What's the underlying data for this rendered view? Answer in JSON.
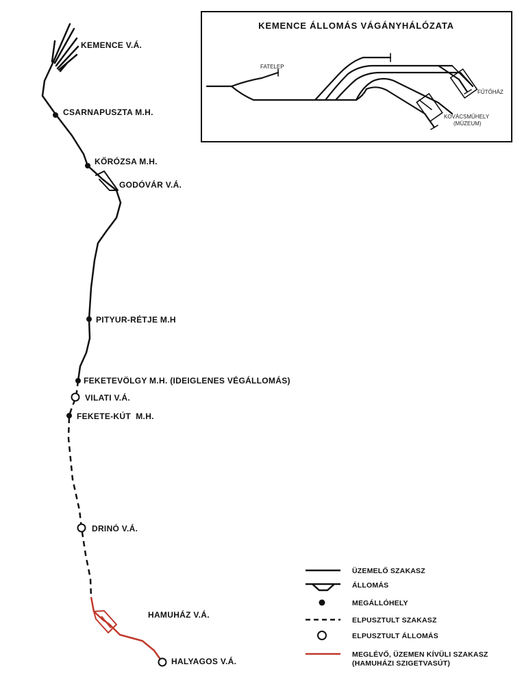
{
  "inset": {
    "title": "KEMENCE ÁLLOMÁS VÁGÁNYHÁLÓZATA",
    "fatelep": "FATELEP",
    "futohaz": "FŰTŐHÁZ",
    "kovacsmuhely": "KOVÁCSMŰHELY",
    "muzeum": "(MÚZEUM)"
  },
  "stations": {
    "kemence": "KEMENCE V.Á.",
    "csarnapuszta": "CSARNAPUSZTA M.H.",
    "korozsa": "KŐRÓZSA M.H.",
    "godovar": "GODÓVÁR V.Á.",
    "pityur": "PITYUR-RÉTJE M.H",
    "feketevolgy": "FEKETEVÖLGY M.H. (IDEIGLENES VÉGÁLLOMÁS)",
    "vilati": "VILATI V.Á.",
    "feketekut": "FEKETE-KÚT  M.H.",
    "drino": "DRINÓ V.Á.",
    "hamuhaz": "HAMUHÁZ V.Á.",
    "halyagos": "HALYAGOS V.Á."
  },
  "legend": {
    "active": "ÜZEMELŐ SZAKASZ",
    "station": "ÁLLOMÁS",
    "stop": "MEGÁLLÓHELY",
    "destroyed": "ELPUSZTULT SZAKASZ",
    "destroyed_station": "ELPUSZTULT ÁLLOMÁS",
    "out_of_service_1": "MEGLÉVŐ, ÜZEMEN KÍVÜLI SZAKASZ",
    "out_of_service_2": "(HAMUHÁZI SZIGETVASÚT)"
  },
  "colors": {
    "line": "#111111",
    "red_line": "#c0392b",
    "background": "#ffffff"
  }
}
